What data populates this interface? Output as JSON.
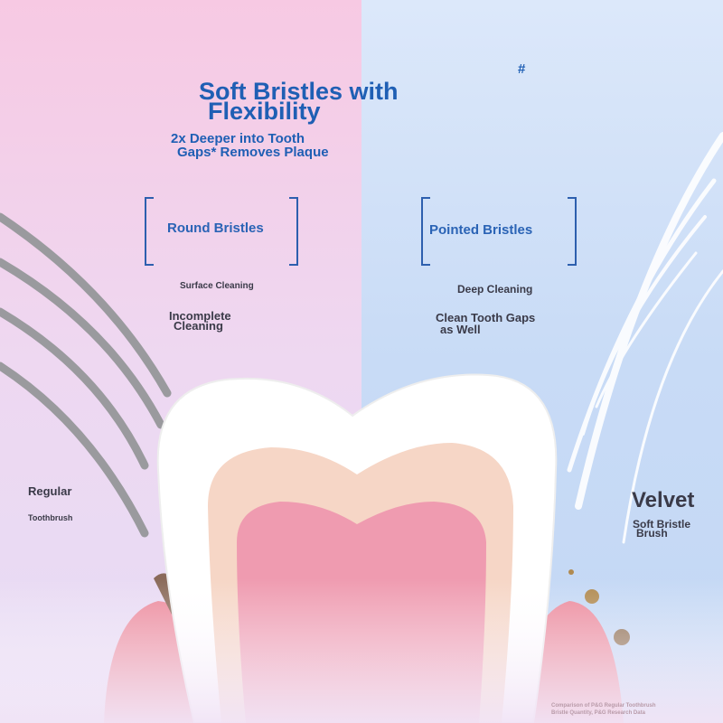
{
  "header": {
    "title_line1": "Soft Bristles with",
    "title_line2": "Flexibility",
    "subtitle_line1": "2x Deeper into Tooth",
    "subtitle_line2": "Gaps* Removes Plaque",
    "mark": "#"
  },
  "left": {
    "box_label": "Round Bristles",
    "feature1": "Surface Cleaning",
    "feature2_line1": "Incomplete",
    "feature2_line2": "Cleaning",
    "product_line1": "Regular",
    "product_line2": "Toothbrush"
  },
  "right": {
    "box_label": "Pointed Bristles",
    "feature1": "Deep Cleaning",
    "feature2_line1": "Clean Tooth Gaps",
    "feature2_line2": "as Well",
    "product_line1": "Velvet",
    "product_line2": "Soft Bristle",
    "product_line3": "Brush"
  },
  "footnote": {
    "line1": "Comparison of P&G Regular Toothbrush",
    "line2": "Bristle Quantity, P&G Research Data"
  },
  "colors": {
    "title": "#1f5fb4",
    "bracket": "#2d5fae",
    "gum": "#ec8a9c",
    "pulp": "#ef9bb0"
  }
}
